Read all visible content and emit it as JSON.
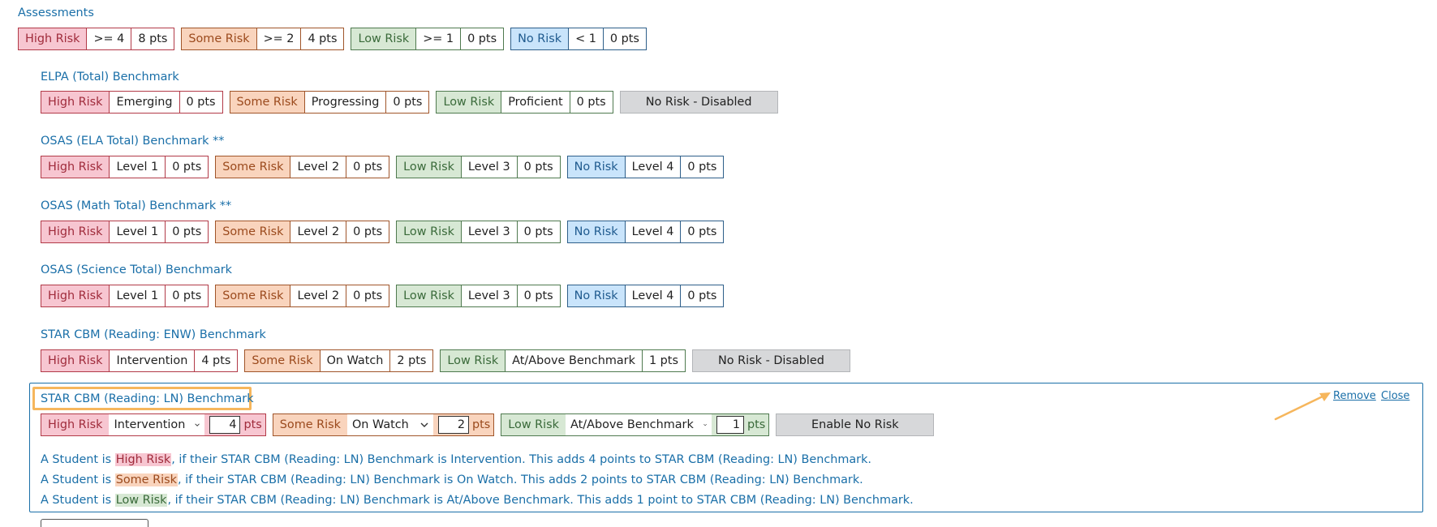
{
  "header": {
    "title": "Assessments"
  },
  "top_row": [
    {
      "risk": "High Risk",
      "condition": ">= 4",
      "points": "8 pts"
    },
    {
      "risk": "Some Risk",
      "condition": ">= 2",
      "points": "4 pts"
    },
    {
      "risk": "Low Risk",
      "condition": ">= 1",
      "points": "0 pts"
    },
    {
      "risk": "No Risk",
      "condition": "< 1",
      "points": "0 pts"
    }
  ],
  "benchmarks": [
    {
      "title": "ELPA (Total) Benchmark",
      "groups": [
        {
          "risk": "High Risk",
          "value": "Emerging",
          "points": "0 pts"
        },
        {
          "risk": "Some Risk",
          "value": "Progressing",
          "points": "0 pts"
        },
        {
          "risk": "Low Risk",
          "value": "Proficient",
          "points": "0 pts"
        }
      ],
      "disabled_label": "No Risk - Disabled"
    },
    {
      "title": "OSAS (ELA Total) Benchmark **",
      "groups": [
        {
          "risk": "High Risk",
          "value": "Level 1",
          "points": "0 pts"
        },
        {
          "risk": "Some Risk",
          "value": "Level 2",
          "points": "0 pts"
        },
        {
          "risk": "Low Risk",
          "value": "Level 3",
          "points": "0 pts"
        },
        {
          "risk": "No Risk",
          "value": "Level 4",
          "points": "0 pts"
        }
      ]
    },
    {
      "title": "OSAS (Math Total) Benchmark **",
      "groups": [
        {
          "risk": "High Risk",
          "value": "Level 1",
          "points": "0 pts"
        },
        {
          "risk": "Some Risk",
          "value": "Level 2",
          "points": "0 pts"
        },
        {
          "risk": "Low Risk",
          "value": "Level 3",
          "points": "0 pts"
        },
        {
          "risk": "No Risk",
          "value": "Level 4",
          "points": "0 pts"
        }
      ]
    },
    {
      "title": "OSAS (Science Total) Benchmark",
      "groups": [
        {
          "risk": "High Risk",
          "value": "Level 1",
          "points": "0 pts"
        },
        {
          "risk": "Some Risk",
          "value": "Level 2",
          "points": "0 pts"
        },
        {
          "risk": "Low Risk",
          "value": "Level 3",
          "points": "0 pts"
        },
        {
          "risk": "No Risk",
          "value": "Level 4",
          "points": "0 pts"
        }
      ]
    },
    {
      "title": "STAR CBM (Reading: ENW) Benchmark",
      "groups": [
        {
          "risk": "High Risk",
          "value": "Intervention",
          "points": "4 pts"
        },
        {
          "risk": "Some Risk",
          "value": "On Watch",
          "points": "2 pts"
        },
        {
          "risk": "Low Risk",
          "value": "At/Above Benchmark",
          "points": "1 pts"
        }
      ],
      "disabled_label": "No Risk - Disabled"
    }
  ],
  "edit_panel": {
    "title": "STAR CBM (Reading: LN) Benchmark",
    "remove_label": "Remove",
    "close_label": "Close",
    "enable_button": "Enable No Risk",
    "groups": [
      {
        "risk": "High Risk",
        "selected": "Intervention",
        "points": "4",
        "unit": "pts"
      },
      {
        "risk": "Some Risk",
        "selected": "On Watch",
        "points": "2",
        "unit": "pts"
      },
      {
        "risk": "Low Risk",
        "selected": "At/Above Benchmark",
        "points": "1",
        "unit": "pts"
      }
    ],
    "sentences": [
      {
        "prefix": "A Student is ",
        "risk": "High Risk",
        "suffix": ",  if their STAR CBM (Reading: LN) Benchmark is Intervention.  This adds 4 points to STAR CBM (Reading: LN) Benchmark."
      },
      {
        "prefix": "A Student is ",
        "risk": "Some Risk",
        "suffix": ",  if their STAR CBM (Reading: LN) Benchmark is On Watch.  This adds 2 points to STAR CBM (Reading: LN) Benchmark."
      },
      {
        "prefix": "A Student is ",
        "risk": "Low Risk",
        "suffix": ",  if their STAR CBM (Reading: LN) Benchmark is At/Above Benchmark.  This adds 1 point to STAR CBM (Reading: LN) Benchmark."
      }
    ]
  },
  "colors": {
    "high": "#f7c6d1",
    "some": "#f9d4bd",
    "low": "#d7e8d4",
    "none": "#c9e4fb",
    "link": "#1a6fa8",
    "highlight": "#f6b65c"
  }
}
